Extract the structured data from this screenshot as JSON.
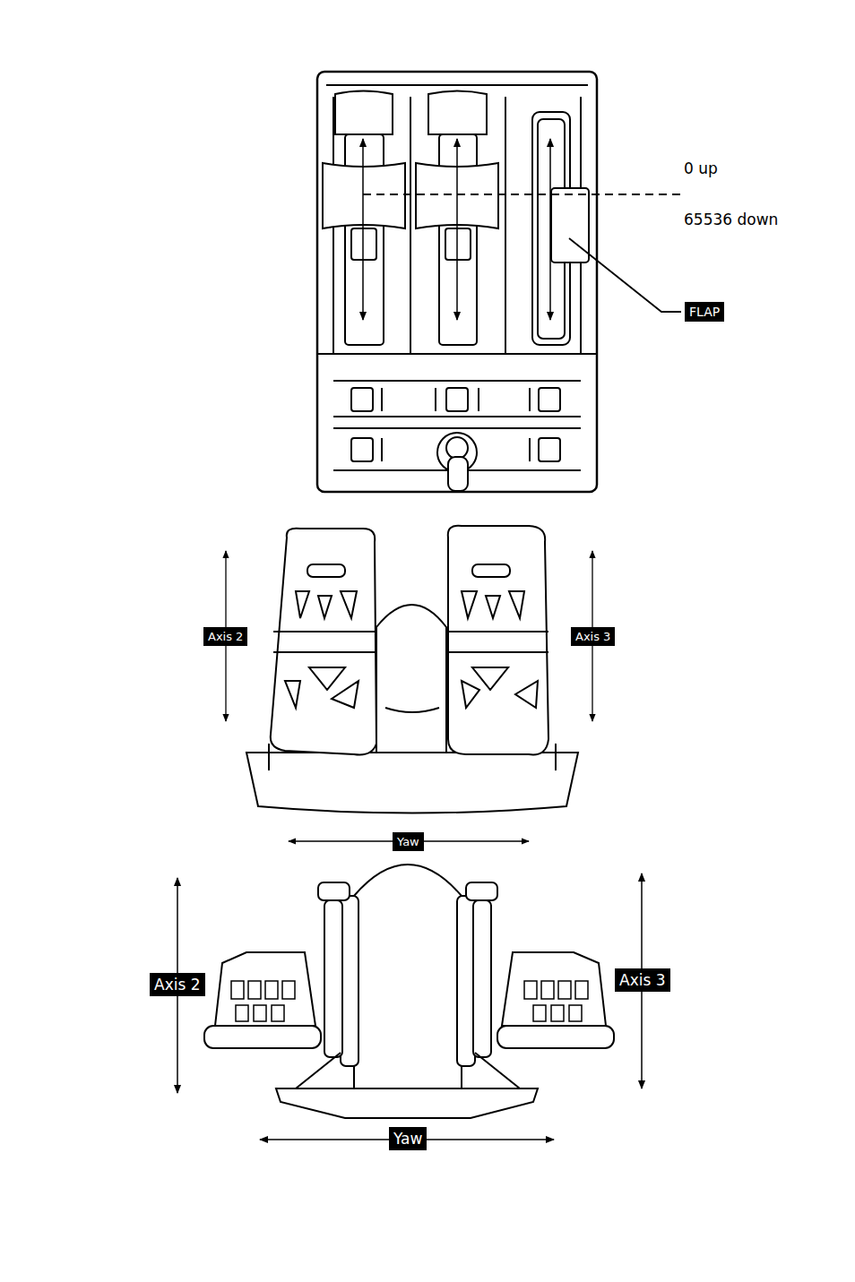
{
  "diagram": {
    "nodes": [
      {
        "text": [
          "FLAP"
        ]
      },
      {
        "text": [
          "Axis 2"
        ]
      },
      {
        "text": [
          "Axis 3"
        ]
      },
      {
        "text": [
          "Yaw"
        ]
      },
      {
        "text": [
          "Axis 2"
        ]
      },
      {
        "text": [
          "Axis 3"
        ]
      },
      {
        "text": [
          "Yaw"
        ]
      }
    ],
    "labels": [
      "0 up",
      "65536 down"
    ]
  }
}
